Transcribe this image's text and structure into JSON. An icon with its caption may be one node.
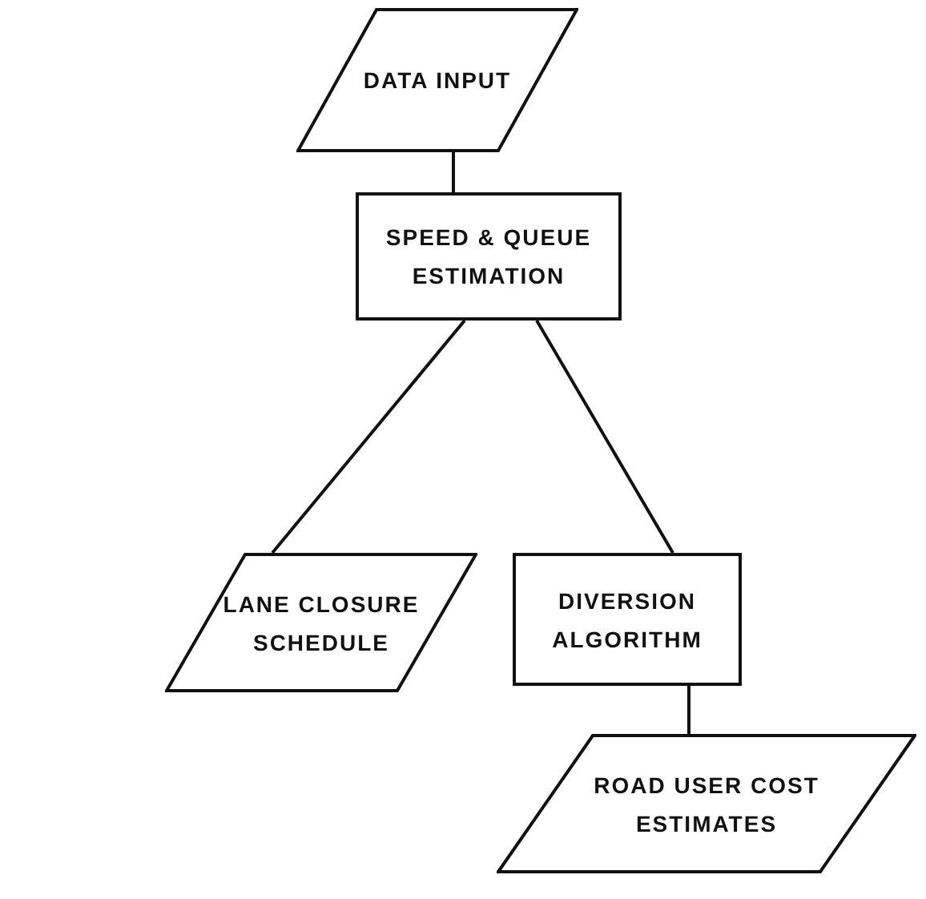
{
  "diagram": {
    "nodes": [
      {
        "text": [
          "DATA INPUT"
        ]
      },
      {
        "text": [
          "SPEED & QUEUE ESTIMATION"
        ]
      },
      {
        "text": [
          "LANE CLOSURE SCHEDULE"
        ]
      },
      {
        "text": [
          "DIVERSION ALGORITHM"
        ]
      },
      {
        "text": [
          "ROAD USER COST ESTIMATES"
        ]
      }
    ],
    "edges": [
      {
        "from": 0,
        "to": 1,
        "arrow": "none"
      },
      {
        "from": 1,
        "to": 2,
        "arrow": "none"
      },
      {
        "from": 1,
        "to": 3,
        "arrow": "none"
      },
      {
        "from": 3,
        "to": 4,
        "arrow": "none"
      }
    ]
  }
}
